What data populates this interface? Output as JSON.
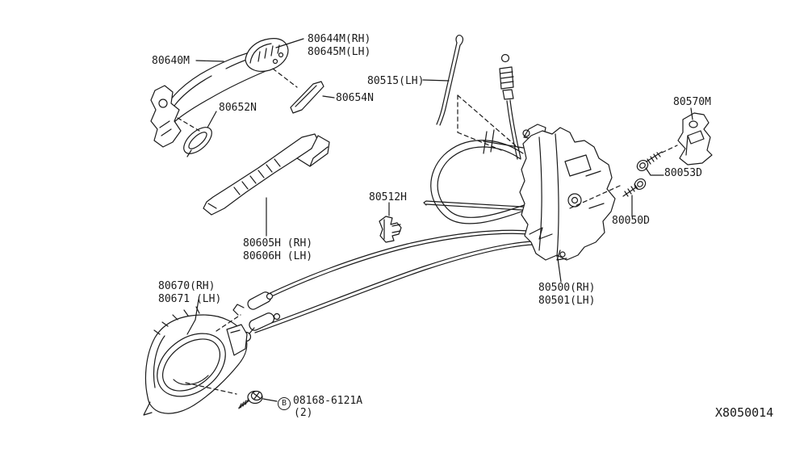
{
  "diagram": {
    "code": "X8050014",
    "parts": {
      "outside_handle": {
        "line1": "80640M"
      },
      "handle_cap": {
        "line1": "80644M(RH)",
        "line2": "80645M(LH)"
      },
      "cap_gasket": {
        "line1": "80654N"
      },
      "handle_gasket": {
        "line1": "80652N"
      },
      "lock_rod": {
        "line1": "80515(LH)"
      },
      "handle_bracket": {
        "line1": "80605H (RH)",
        "line2": "80606H (LH)"
      },
      "knob_grommet": {
        "line1": "80512H"
      },
      "striker": {
        "line1": "80570M"
      },
      "striker_screw": {
        "line1": "80053D"
      },
      "lock_screw": {
        "line1": "80050D"
      },
      "lock_assembly": {
        "line1": "80500(RH)",
        "line2": "80501(LH)"
      },
      "inside_handle": {
        "line1": "80670(RH)",
        "line2": "80671 (LH)"
      },
      "inside_handle_screw": {
        "prefix": "B",
        "line1": "08168-6121A",
        "line2": "(2)"
      }
    },
    "colors": {
      "line": "#1a1a1a",
      "background": "#ffffff"
    }
  }
}
